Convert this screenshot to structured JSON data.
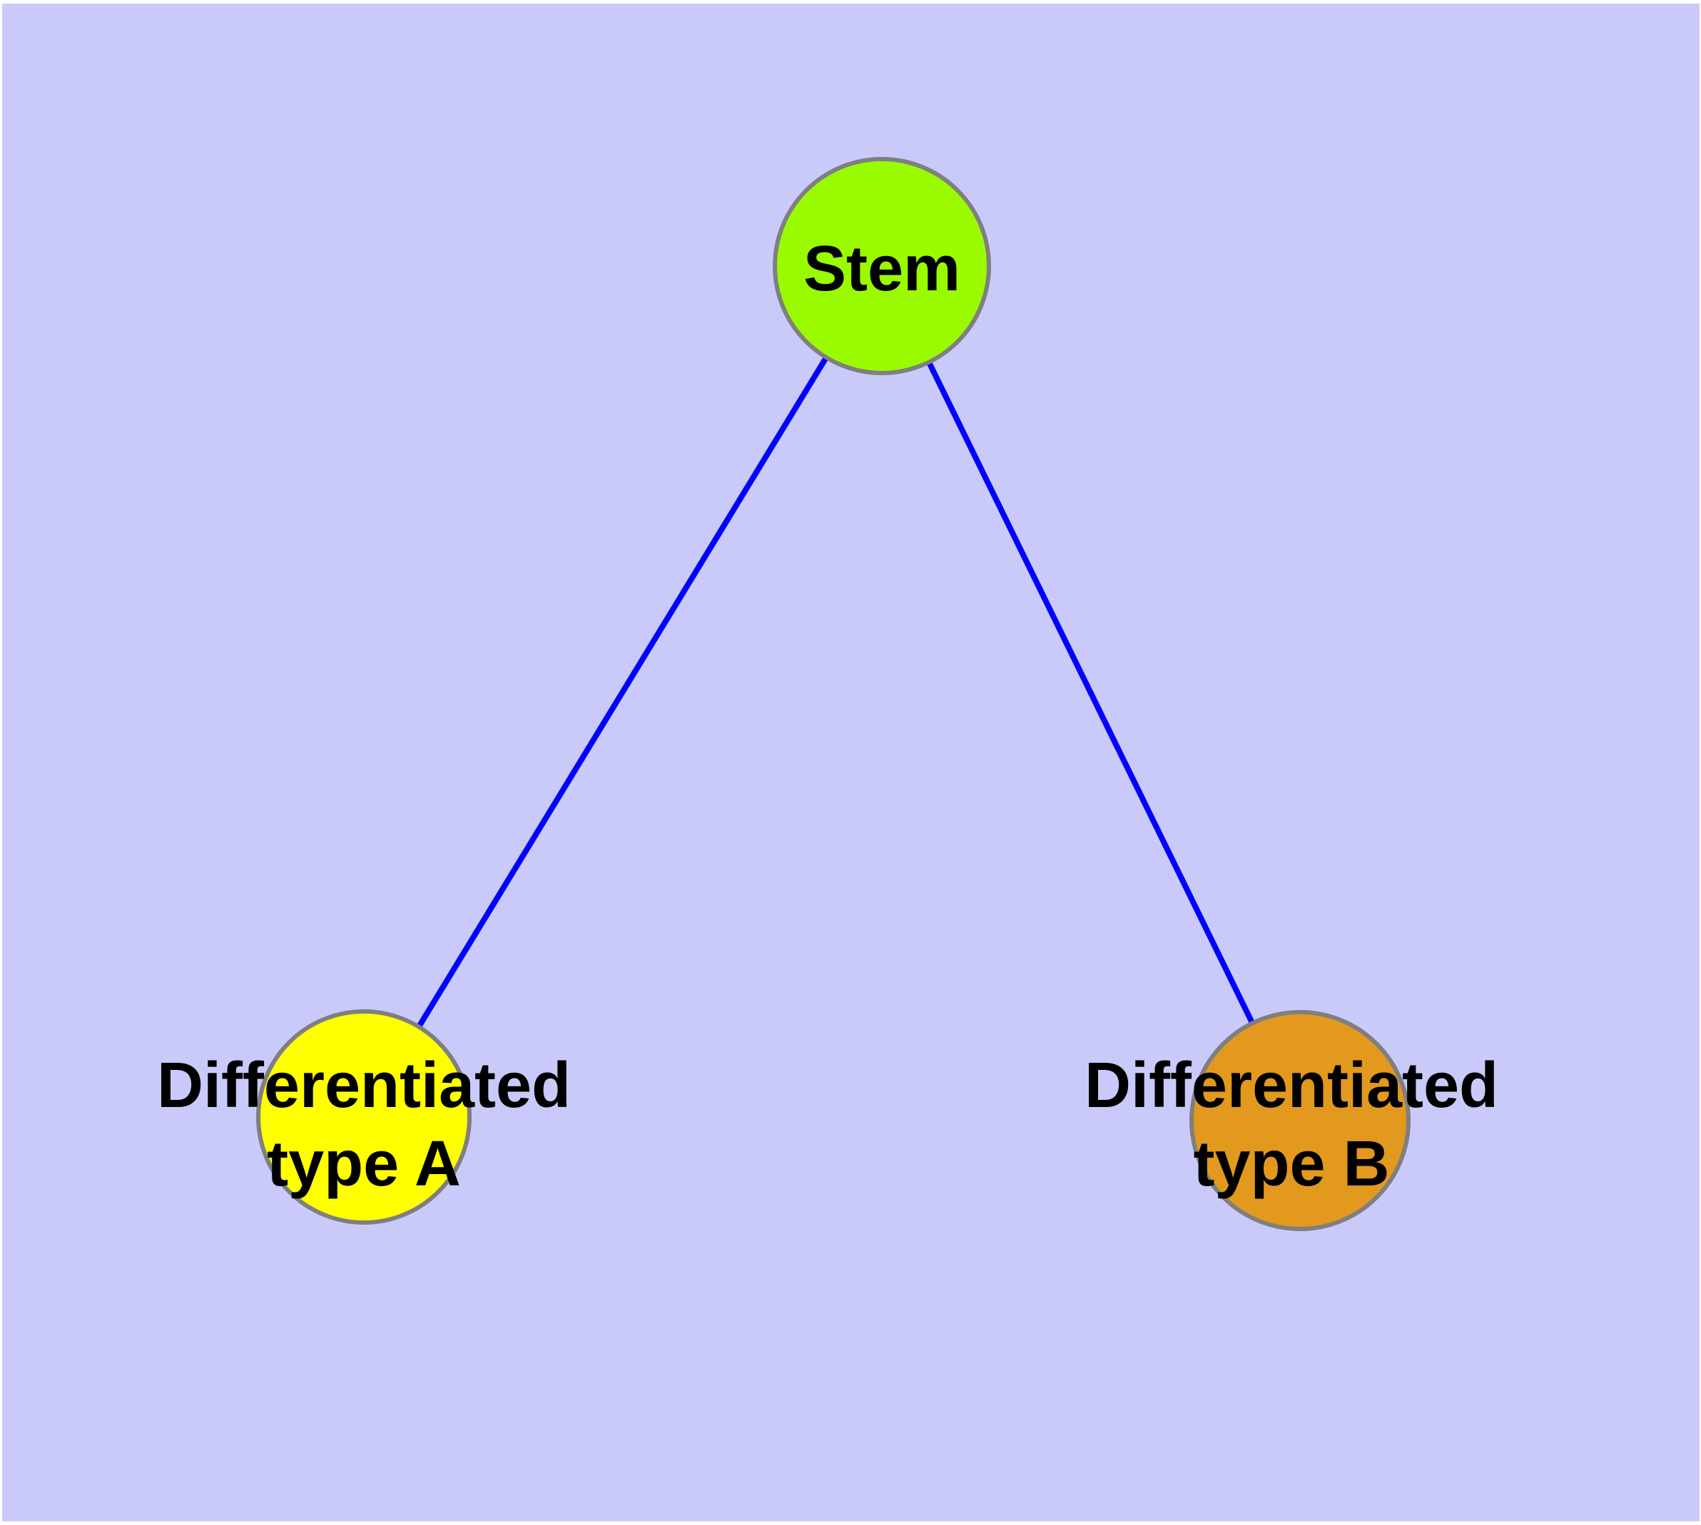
{
  "diagram": {
    "type": "node-link-graph",
    "colors": {
      "background": "#cacafa",
      "page_margin": "#ffffff",
      "edge": "#0000ff",
      "node_border": "#7f7f7f",
      "text": "#000000"
    },
    "nodes": [
      {
        "id": "stem",
        "label": "Stem",
        "lines": [
          "Stem"
        ],
        "fill": "#9afb00",
        "shape": "circle"
      },
      {
        "id": "differentiated-type-a",
        "label": "Differentiated\ntype A",
        "lines": [
          "Differentiated",
          "type A"
        ],
        "fill": "#ffff00",
        "shape": "circle"
      },
      {
        "id": "differentiated-type-b",
        "label": "Differentiated\ntype B",
        "lines": [
          "Differentiated",
          "type B"
        ],
        "fill": "#e2991e",
        "shape": "circle"
      }
    ],
    "edges": [
      {
        "from": "stem",
        "to": "differentiated-type-a"
      },
      {
        "from": "stem",
        "to": "differentiated-type-b"
      }
    ]
  }
}
